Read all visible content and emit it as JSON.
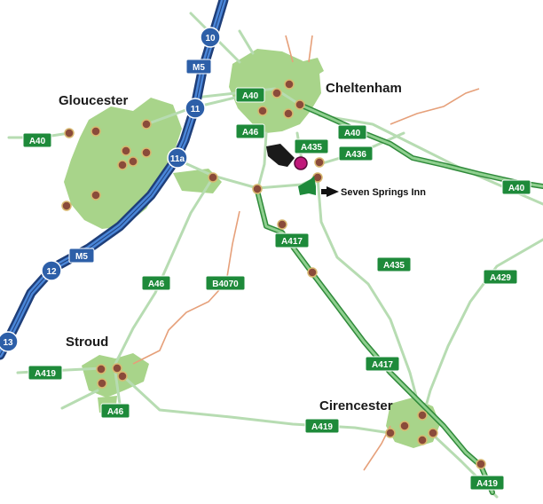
{
  "towns": {
    "gloucester": "Gloucester",
    "cheltenham": "Cheltenham",
    "stroud": "Stroud",
    "cirencester": "Cirencester"
  },
  "roads": {
    "m5_north": "M5",
    "m5_south": "M5",
    "a40_gloucester": "A40",
    "a40_cheltenham": "A40",
    "a40_east": "A40",
    "a40_far_east": "A40",
    "a46_cheltenham": "A46",
    "a46_mid": "A46",
    "a46_stroud": "A46",
    "a435_north": "A435",
    "a435_south": "A435",
    "a436": "A436",
    "a417_north": "A417",
    "a417_south": "A417",
    "b4070": "B4070",
    "a429": "A429",
    "a419_stroud": "A419",
    "a419_mid": "A419",
    "a419_south": "A419"
  },
  "junctions": {
    "j10": "10",
    "j11": "11",
    "j11a": "11a",
    "j12": "12",
    "j13": "13"
  },
  "poi": {
    "label": "Seven Springs Inn"
  },
  "colors": {
    "urban_fill": "#a8d48a",
    "motorway": "#2d5fa8",
    "primary_road": "#4fae50",
    "minor_road": "#a9d6a9",
    "b_road": "#e6a07a",
    "shield_green": "#1e8a3a",
    "poi_magenta": "#c0187a"
  }
}
